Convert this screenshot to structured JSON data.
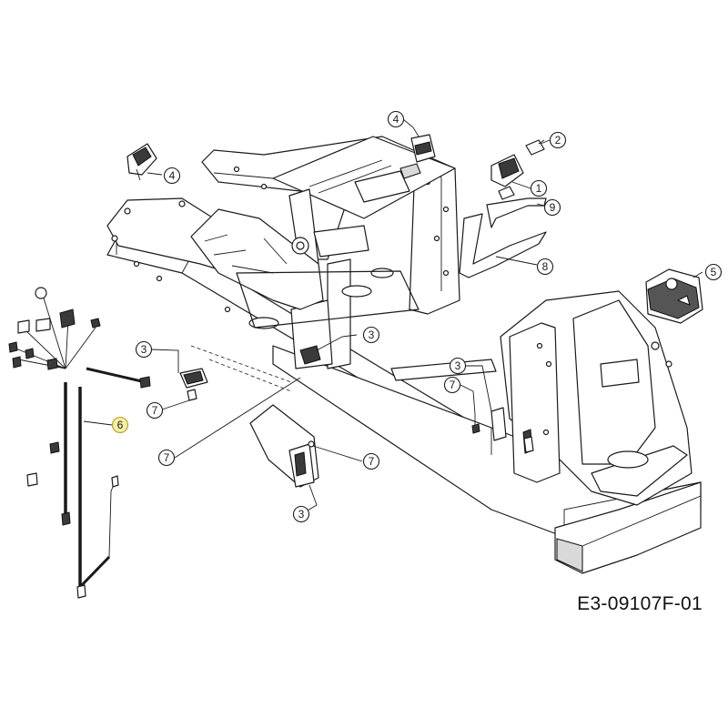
{
  "diagram": {
    "reference_code": "E3-09107F-01",
    "colors": {
      "line": "#1a1a1a",
      "callout_fill": "#ffffff",
      "callout_highlight_fill": "#f6f0a6",
      "callout_highlight_stroke": "#b89a1c"
    },
    "callouts": [
      {
        "id": "c1",
        "label": "1",
        "highlight": false
      },
      {
        "id": "c2",
        "label": "2",
        "highlight": false
      },
      {
        "id": "c3a",
        "label": "3",
        "highlight": false
      },
      {
        "id": "c3b",
        "label": "3",
        "highlight": false
      },
      {
        "id": "c3c",
        "label": "3",
        "highlight": false
      },
      {
        "id": "c3d",
        "label": "3",
        "highlight": false
      },
      {
        "id": "c4a",
        "label": "4",
        "highlight": false
      },
      {
        "id": "c4b",
        "label": "4",
        "highlight": false
      },
      {
        "id": "c5",
        "label": "5",
        "highlight": false
      },
      {
        "id": "c6",
        "label": "6",
        "highlight": true
      },
      {
        "id": "c7a",
        "label": "7",
        "highlight": false
      },
      {
        "id": "c7b",
        "label": "7",
        "highlight": false
      },
      {
        "id": "c7c",
        "label": "7",
        "highlight": false
      },
      {
        "id": "c7d",
        "label": "7",
        "highlight": false
      },
      {
        "id": "c8",
        "label": "8",
        "highlight": false
      },
      {
        "id": "c9",
        "label": "9",
        "highlight": false
      }
    ]
  }
}
